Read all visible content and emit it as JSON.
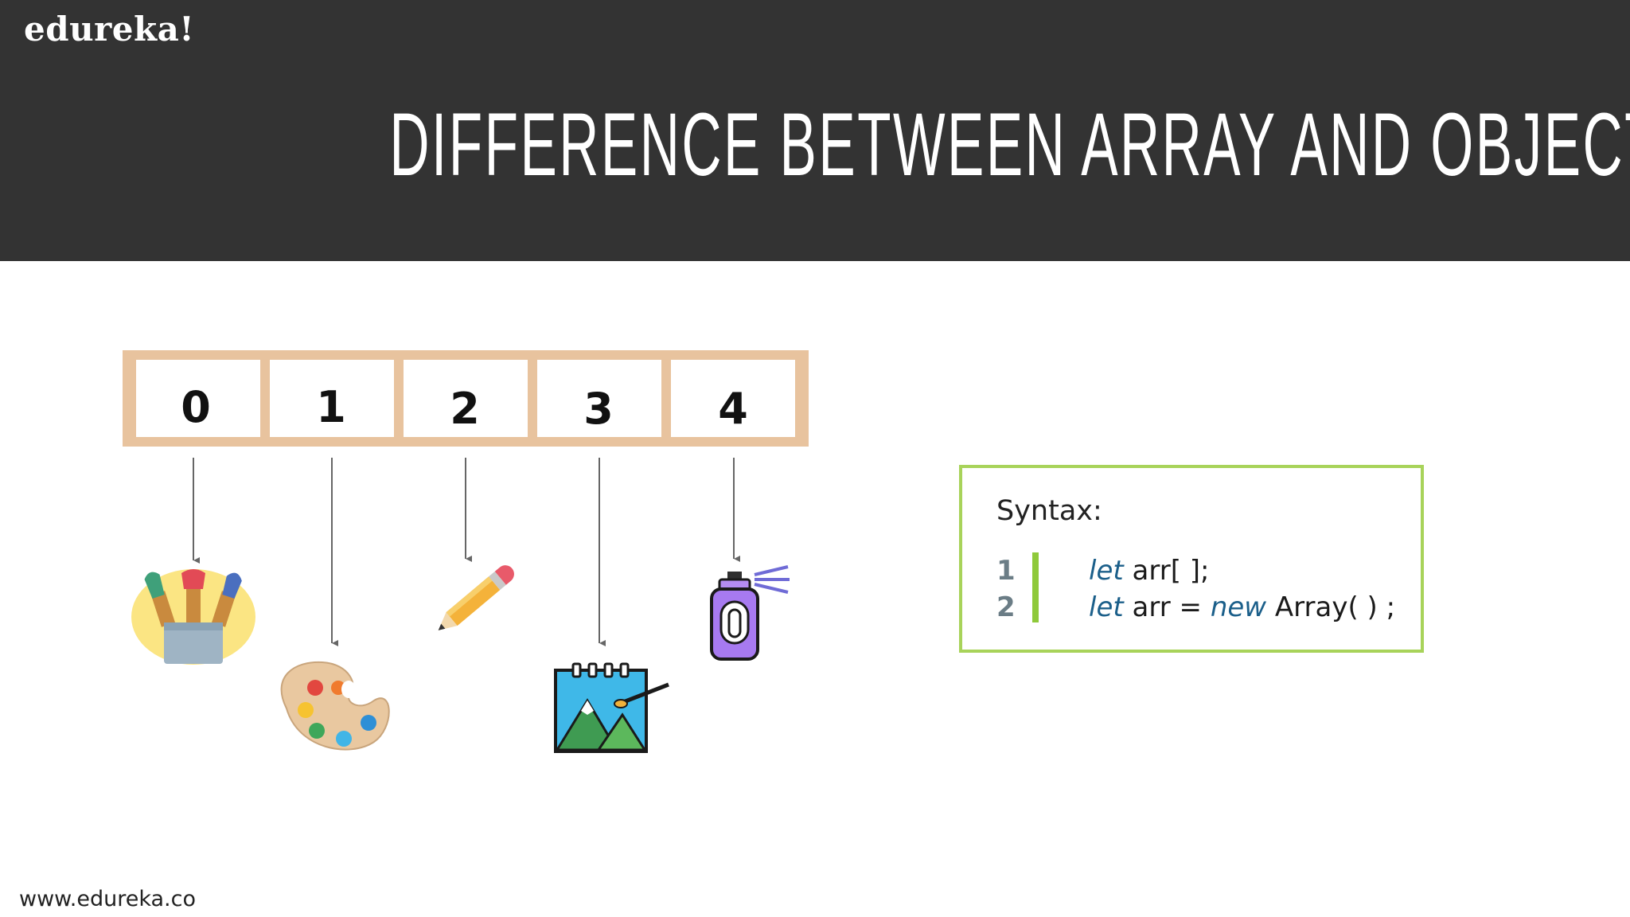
{
  "header": {
    "logo": "edureka!",
    "title": "DIFFERENCE BETWEEN ARRAY AND OBJECT"
  },
  "array": {
    "indices": [
      "0",
      "1",
      "2",
      "3",
      "4"
    ],
    "items": [
      {
        "icon": "paint-brushes-icon"
      },
      {
        "icon": "paint-palette-icon"
      },
      {
        "icon": "pencil-icon"
      },
      {
        "icon": "landscape-sketchbook-icon"
      },
      {
        "icon": "spray-paint-can-icon"
      }
    ]
  },
  "syntax": {
    "label": "Syntax:",
    "line_numbers": [
      "1",
      "2"
    ],
    "lines": [
      {
        "kw1": "let",
        "rest1": " arr[ ];"
      },
      {
        "kw1": "let",
        "mid": " arr = ",
        "kw2": "new",
        "rest2": " Array( ) ;"
      }
    ]
  },
  "footer": {
    "url": "www.edureka.co"
  },
  "colors": {
    "header_bg": "#333333",
    "array_frame": "#e8c39e",
    "syntax_border": "#a8d35a",
    "code_bar": "#8fc93a",
    "keyword": "#1b5f8a"
  }
}
